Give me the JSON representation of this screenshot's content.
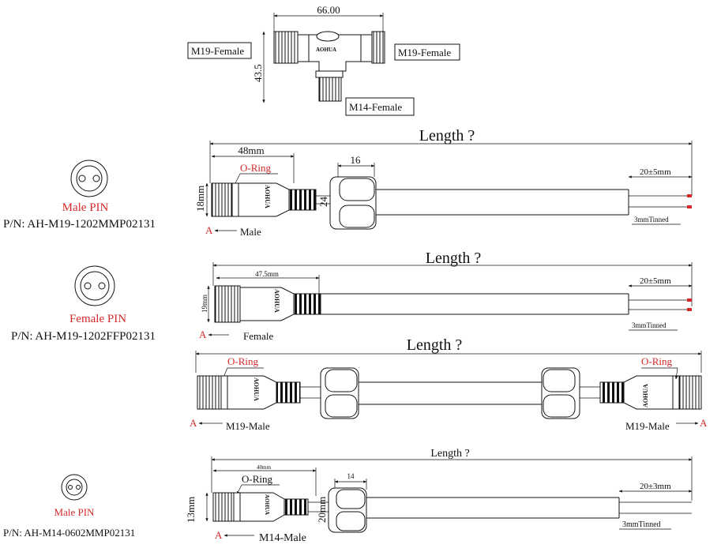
{
  "tee": {
    "width_dim": "66.00",
    "height_dim": "43.5",
    "left_label": "M19-Female",
    "right_label": "M19-Female",
    "bottom_label": "M14-Female"
  },
  "row1": {
    "pin_title": "Male PIN",
    "part_number": "P/N: AH-M19-1202MMP02131",
    "length": "Length ?",
    "dim_overall": "48mm",
    "oring": "O-Ring",
    "dim_nut": "16",
    "dim_dia": "18mm",
    "dim_nut_dia": "24",
    "strip": "20±5mm",
    "tinned": "3mmTinned",
    "end_marker": "A",
    "end_label": "Male",
    "brand": "AOHUA"
  },
  "row2": {
    "pin_title": "Female PIN",
    "part_number": "P/N: AH-M19-1202FFP02131",
    "length": "Length ?",
    "dim_overall": "47.5mm",
    "dim_dia": "19mm",
    "strip": "20±5mm",
    "tinned": "3mmTinned",
    "end_marker": "A",
    "end_label": "Female",
    "brand": "AOHUA"
  },
  "row3": {
    "length": "Length ?",
    "oring_left": "O-Ring",
    "oring_right": "O-Ring",
    "left_marker": "A",
    "left_label": "M19-Male",
    "right_label": "M19-Male",
    "right_marker": "A",
    "brand": "AOHUA"
  },
  "row4": {
    "pin_title": "Male PIN",
    "part_number": "P/N: AH-M14-0602MMP02131",
    "length": "Length ?",
    "dim_overall": "40mm",
    "oring": "O-Ring",
    "dim_nut": "14",
    "dim_dia": "13mm",
    "dim_nut_dia": "20mm",
    "strip": "20±3mm",
    "tinned": "3mmTinned",
    "end_marker": "A",
    "end_label": "M14-Male",
    "brand": "AOHUA"
  }
}
